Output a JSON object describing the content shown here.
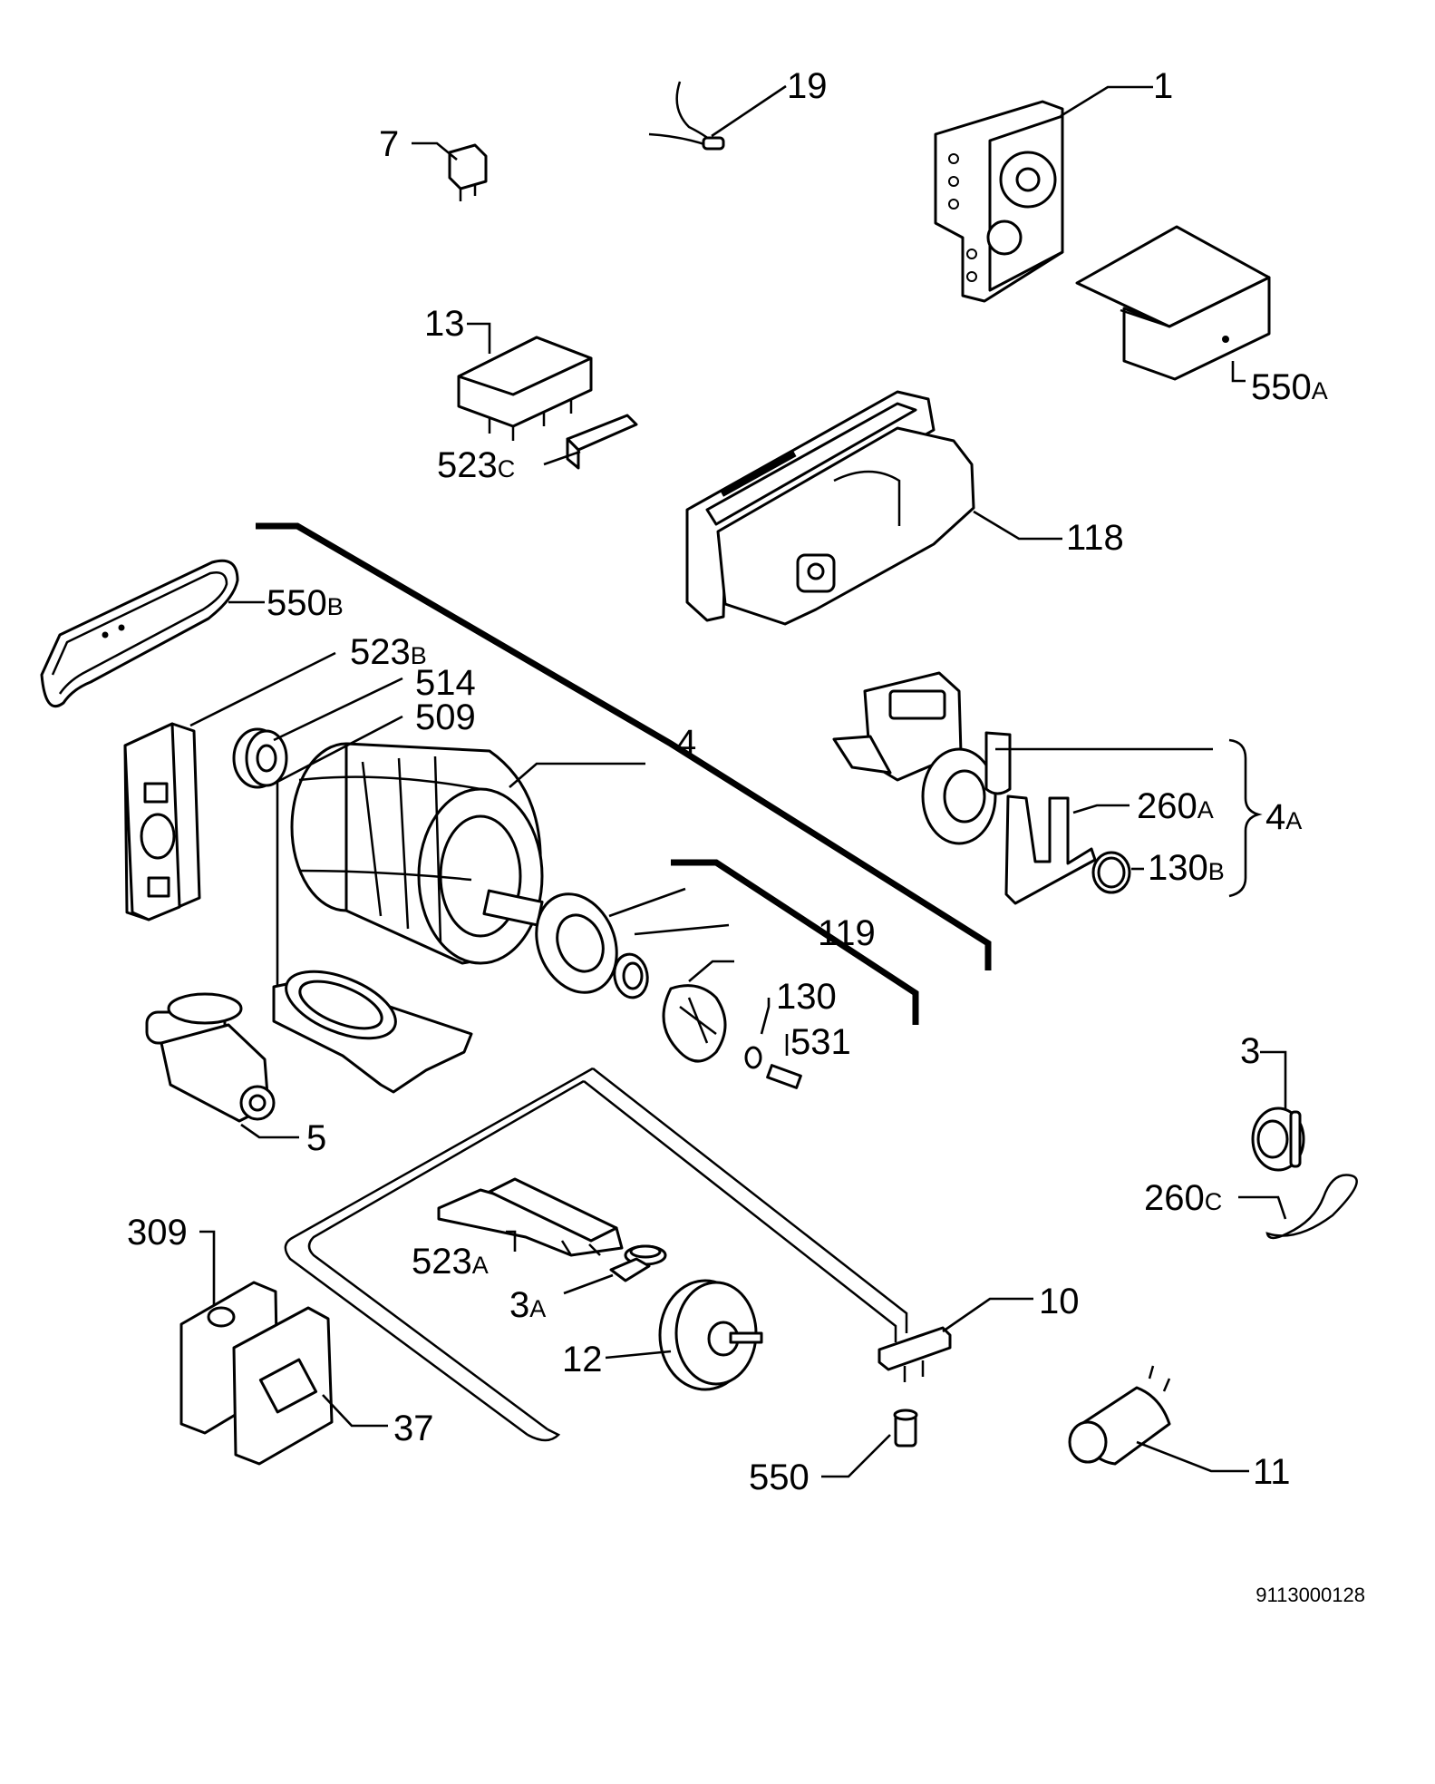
{
  "labels": {
    "l1": "1",
    "l3": "3",
    "l3a_num": "3",
    "l3a_suf": "A",
    "l4": "4",
    "l4a_num": "4",
    "l4a_suf": "A",
    "l5": "5",
    "l7": "7",
    "l10": "10",
    "l11": "11",
    "l12": "12",
    "l13": "13",
    "l19": "19",
    "l37": "37",
    "l118": "118",
    "l119": "119",
    "l130": "130",
    "l130b_num": "130",
    "l130b_suf": "B",
    "l260a_num": "260",
    "l260a_suf": "A",
    "l260c_num": "260",
    "l260c_suf": "C",
    "l309": "309",
    "l509": "509",
    "l514": "514",
    "l523a_num": "523",
    "l523a_suf": "A",
    "l523b_num": "523",
    "l523b_suf": "B",
    "l523c_num": "523",
    "l523c_suf": "C",
    "l531": "531",
    "l550": "550",
    "l550a_num": "550",
    "l550a_suf": "A",
    "l550b_num": "550",
    "l550b_suf": "B"
  },
  "drawing_number": "9113000128"
}
